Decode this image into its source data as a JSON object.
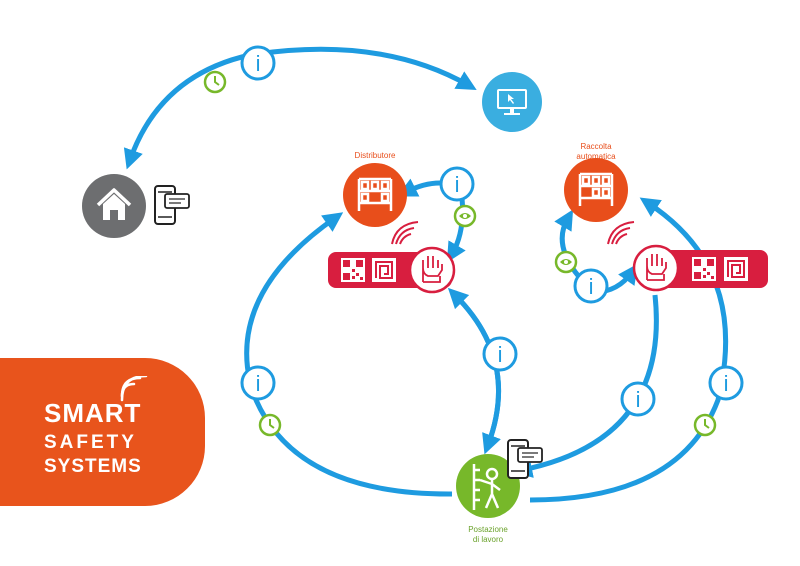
{
  "labels": {
    "distributore": "Distributore",
    "raccolta_line1": "Raccolta",
    "raccolta_line2": "automatica",
    "postazione_line1": "Postazione",
    "postazione_line2": "di lavoro"
  },
  "brand": {
    "line1": "SMART",
    "line2": "SAFETY",
    "line3": "SYSTEMS"
  },
  "icons": {
    "info_glyph": "i"
  },
  "colors": {
    "arrow_blue": "#1e9be0",
    "orange": "#e84e1b",
    "crimson": "#d81e3f",
    "green": "#77b82a",
    "grey": "#6d6e70",
    "light_blue": "#3aaee0"
  }
}
